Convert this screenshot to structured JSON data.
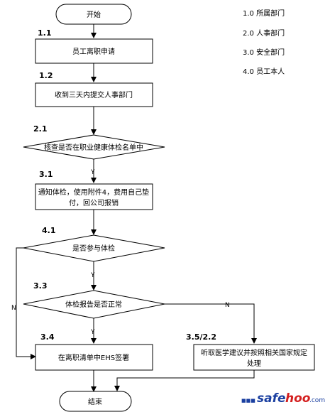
{
  "legend": [
    "1.0 所属部门",
    "2.0 人事部门",
    "3.0 安全部门",
    "4.0 员工本人"
  ],
  "nodes": {
    "start": "开始",
    "n11": "员工离职申请",
    "n12": "收到三天内提交人事部门",
    "d21": "核查是否在职业健康体检名单中",
    "n31_line1": "通知体检，使用附件4，费用自己垫",
    "n31_line2": "付，回公司报销",
    "d41": "是否参与体检",
    "d33": "体检报告是否正常",
    "n34": "在离职清单中EHS签署",
    "n352_line1": "听取医学建议并按照相关国家规定",
    "n352_line2": "处理",
    "end": "结束"
  },
  "steps": {
    "s11": "1.1",
    "s12": "1.2",
    "s21": "2.1",
    "s31": "3.1",
    "s41": "4.1",
    "s33": "3.3",
    "s34": "3.4",
    "s352": "3.5/2.2"
  },
  "edge_labels": {
    "y1": "Y",
    "y2": "Y",
    "y3": "Y",
    "n_left": "N",
    "n_right": "N"
  },
  "watermark": {
    "prefix": "■■■",
    "brand_a": "safe",
    "brand_b": "hoo",
    "suffix": ".com",
    "color_a": "#1a3fa0",
    "color_b": "#d42020"
  }
}
